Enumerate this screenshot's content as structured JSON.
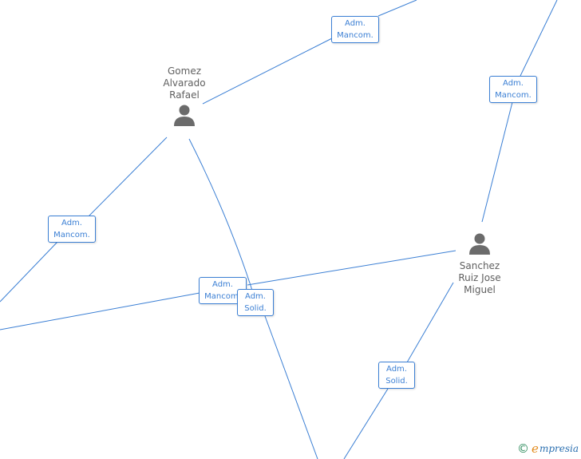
{
  "persons": [
    {
      "id": "gomez",
      "name": "Gomez\nAlvarado\nRafael"
    },
    {
      "id": "sanchez",
      "name": "Sanchez\nRuiz Jose\nMiguel"
    }
  ],
  "roles": {
    "top": [
      "Adm.",
      "Mancom."
    ],
    "right": [
      "Adm.",
      "Mancom."
    ],
    "left": [
      "Adm.",
      "Mancom."
    ],
    "center_mancom": [
      "Adm.",
      "Mancom."
    ],
    "center_solid": [
      "Adm.",
      "Solid."
    ],
    "bottom_solid": [
      "Adm.",
      "Solid."
    ]
  },
  "brand": {
    "copyright_symbol": "©",
    "first_letter": "e",
    "rest": "mpresia"
  },
  "colors": {
    "edge": "#3b7fd4",
    "person_icon": "#6b6b6b",
    "label_text": "#5f5f5f"
  },
  "icons": {
    "person": "person-icon"
  }
}
